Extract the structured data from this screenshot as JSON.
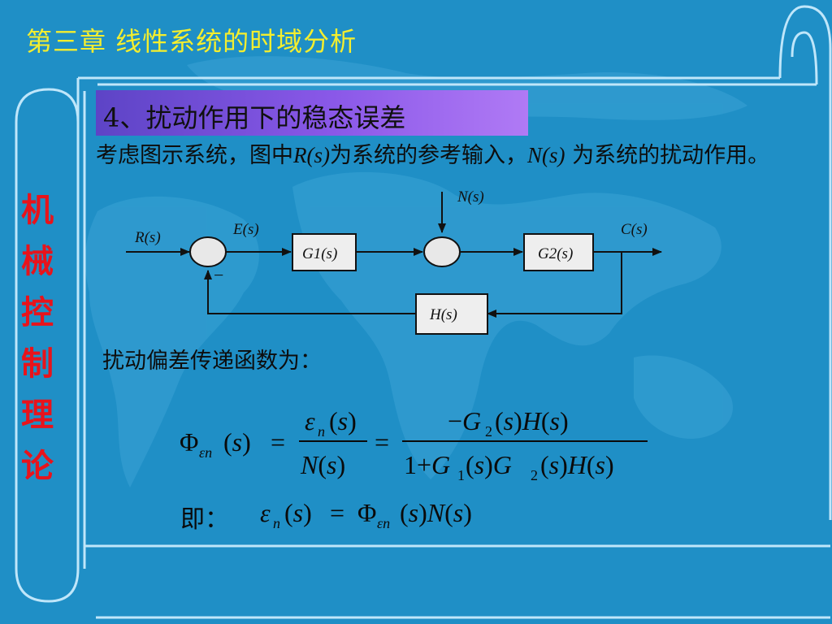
{
  "header": {
    "chapter_title": "第三章  线性系统的时域分析"
  },
  "sidebar": {
    "chars": [
      "机",
      "械",
      "控",
      "制",
      "理",
      "论"
    ]
  },
  "section": {
    "heading": "4、扰动作用下的稳态误差",
    "intro_part1": "考虑图示系统，图中",
    "intro_R": "R(s)",
    "intro_part2": "为系统的参考输入，",
    "intro_N": "N(s)",
    "intro_part3": " 为系统的扰动作用。"
  },
  "diagram": {
    "input_label": "R(s)",
    "error_label": "E(s)",
    "disturbance_label": "N(s)",
    "output_label": "C(s)",
    "block1": "G1(s)",
    "block2": "G2(s)",
    "feedback_block": "H(s)",
    "minus_sign": "−"
  },
  "body": {
    "caption": "扰动偏差传递函数为：",
    "ji_label": "即："
  },
  "colors": {
    "title_yellow": "#f4ee2e",
    "side_red": "#e8131b",
    "background": "#1f8fc6"
  }
}
